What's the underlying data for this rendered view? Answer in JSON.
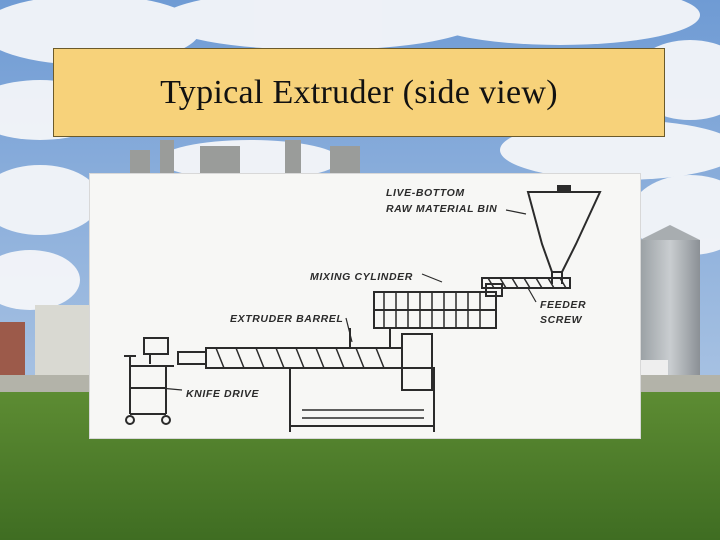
{
  "slide": {
    "title": "Typical Extruder (side view)"
  },
  "diagram": {
    "labels": {
      "live_bottom": "LIVE-BOTTOM",
      "raw_material_bin": "RAW MATERIAL BIN",
      "mixing_cylinder": "MIXING CYLINDER",
      "feeder": "FEEDER",
      "screw": "SCREW",
      "extruder_barrel": "EXTRUDER BARREL",
      "knife_drive": "KNIFE DRIVE"
    }
  },
  "colors": {
    "title_box": "#f7d27a",
    "sky": "#7fa6d6",
    "grass": "#4f7f2a",
    "ink": "#2b2b2b"
  }
}
